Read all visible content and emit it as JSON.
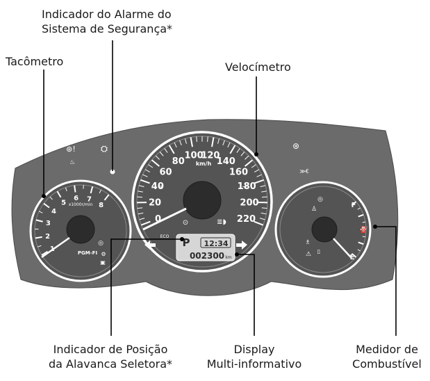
{
  "callouts": {
    "security_alarm": {
      "line1": "Indicador do Alarme do",
      "line2": "Sistema de Segurança*"
    },
    "tachometer": {
      "line1": "Tacômetro"
    },
    "speedometer": {
      "line1": "Velocímetro"
    },
    "shift_position": {
      "line1": "Indicador de Posição",
      "line2": "da Alavanca Seletora*"
    },
    "multi_display": {
      "line1": "Display",
      "line2": "Multi-informativo"
    },
    "fuel_gauge": {
      "line1": "Medidor de",
      "line2": "Combustível"
    }
  },
  "speedometer": {
    "ticks": [
      "0",
      "20",
      "40",
      "60",
      "80",
      "100",
      "120",
      "140",
      "160",
      "180",
      "200",
      "220"
    ],
    "unit": "km/h",
    "eco_label": "ECO"
  },
  "tachometer": {
    "ticks": [
      "1",
      "2",
      "3",
      "4",
      "5",
      "6",
      "7",
      "8"
    ],
    "unit": "x1000r/min",
    "pgm_label": "PGM-FI"
  },
  "fuel": {
    "full": "F",
    "empty": "E"
  },
  "display": {
    "gear": "P",
    "clock": "12:34",
    "odometer": "002300",
    "odo_unit": "km"
  },
  "colors": {
    "cluster": "#6b6b6b",
    "dial": "#545454",
    "hub": "#2c2c2c",
    "ring": "#ffffff",
    "lcd": "#d6d6d6"
  }
}
